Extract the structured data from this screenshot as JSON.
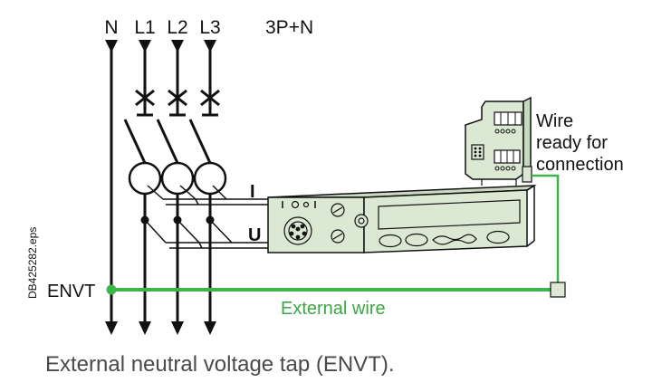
{
  "labels": {
    "phase_n": "N",
    "phase_l1": "L1",
    "phase_l2": "L2",
    "phase_l3": "L3",
    "system": "3P+N",
    "current_input": "I",
    "voltage_input": "U",
    "envt": "ENVT",
    "external_wire": "External wire",
    "wire_ready_line1": "Wire",
    "wire_ready_line2": "ready for",
    "wire_ready_line3": "connection",
    "file_ref": "DB425282.eps"
  },
  "caption": "External neutral voltage tap (ENVT).",
  "colors": {
    "wire": "#111111",
    "external_wire": "#3cb54a",
    "external_wire_text": "#3aa844",
    "unit_fill": "#dbe8d3",
    "caption_text": "#4a4a4a"
  }
}
